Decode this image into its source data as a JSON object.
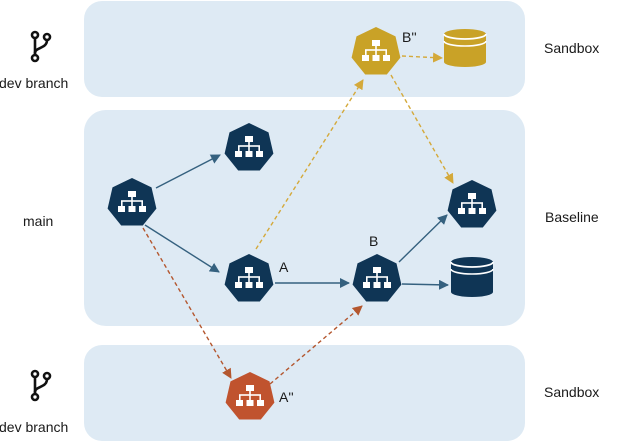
{
  "lanes": {
    "top_sandbox": {
      "label": "Sandbox",
      "branch_label": "dev branch"
    },
    "baseline": {
      "label": "Baseline",
      "branch_label": "main"
    },
    "bottom_sandbox": {
      "label": "Sandbox",
      "branch_label": "dev branch"
    }
  },
  "nodes": {
    "b_double_prime": {
      "label": "B''"
    },
    "a": {
      "label": "A"
    },
    "b": {
      "label": "B"
    },
    "a_double_prime": {
      "label": "A''"
    }
  },
  "colors": {
    "lane_fill": "#deeaf4",
    "navy": "#0f3555",
    "gold": "#c9a227",
    "rust": "#c0532e",
    "arrow_gold": "#d4a93a",
    "arrow_rust": "#b4572f",
    "arrow_navy": "#35617f"
  },
  "icons": {
    "branch": "git-branch-icon",
    "node": "hierarchy-heptagon-icon",
    "storage": "database-icon"
  }
}
